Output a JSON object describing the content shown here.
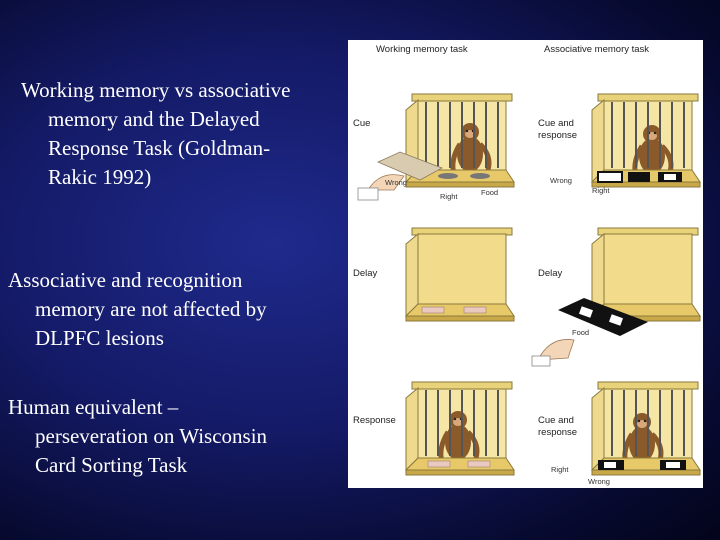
{
  "bullets": [
    {
      "lines": [
        "Working memory vs associative",
        "memory and the Delayed",
        "Response Task (Goldman-",
        "Rakic 1992)"
      ]
    },
    {
      "lines": [
        "Associative and recognition",
        "memory are not affected by",
        "DLPFC lesions"
      ]
    },
    {
      "lines": [
        "Human equivalent –",
        "perseveration on Wisconsin",
        "Card Sorting Task"
      ]
    }
  ],
  "figure": {
    "headers": {
      "left": "Working memory task",
      "right": "Associative memory task"
    },
    "left": {
      "row1": {
        "label": "Cue",
        "wrong": "Wrong",
        "right": "Right",
        "food": "Food"
      },
      "row2": {
        "label": "Delay"
      },
      "row3": {
        "label": "Response"
      }
    },
    "right": {
      "row1": {
        "label_line1": "Cue and",
        "label_line2": "response",
        "wrong": "Wrong",
        "right": "Right"
      },
      "row2": {
        "label": "Delay",
        "food": "Food"
      },
      "row3": {
        "label_line1": "Cue and",
        "label_line2": "response",
        "right": "Right",
        "wrong": "Wrong"
      }
    },
    "colors": {
      "box": "#f2dc8c",
      "bars": "#555555",
      "tray": "#e8c96a",
      "monkey": "#8a5a2b"
    }
  }
}
